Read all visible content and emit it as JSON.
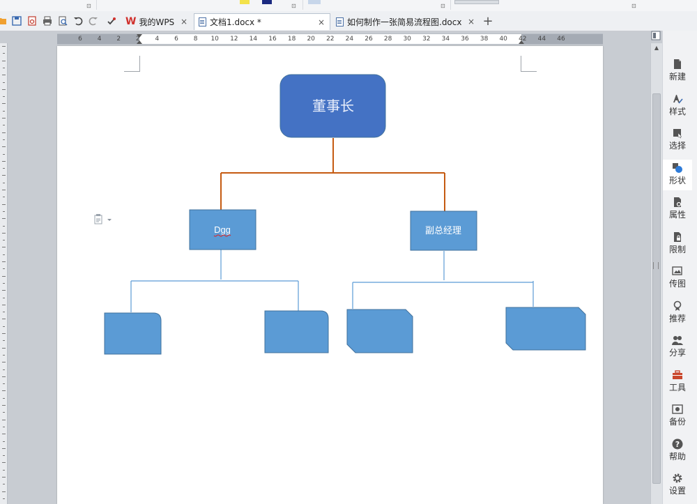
{
  "tabs": {
    "wps_home": {
      "label": "我的WPS"
    },
    "doc1": {
      "label": "文档1.docx *"
    },
    "doc2": {
      "label": "如何制作一张简易流程图.docx"
    },
    "close_glyph": "×",
    "add_glyph": "+",
    "wps_logo": "W"
  },
  "ribbon": {
    "launcher_glyph": "⊡"
  },
  "ruler": {
    "labels": [
      "6",
      "4",
      "2",
      "2",
      "4",
      "6",
      "8",
      "10",
      "12",
      "14",
      "16",
      "18",
      "20",
      "22",
      "24",
      "26",
      "28",
      "30",
      "32",
      "34",
      "36",
      "38",
      "40",
      "42",
      "44",
      "46"
    ]
  },
  "flowchart": {
    "root": {
      "label": "董事长"
    },
    "left": {
      "label": "Dgg"
    },
    "right": {
      "label": "副总经理"
    }
  },
  "sidebar": {
    "items": [
      {
        "label": "新建",
        "icon": "new-doc-icon"
      },
      {
        "label": "样式",
        "icon": "style-icon"
      },
      {
        "label": "选择",
        "icon": "select-icon"
      },
      {
        "label": "形状",
        "icon": "shape-icon"
      },
      {
        "label": "属性",
        "icon": "properties-icon"
      },
      {
        "label": "限制",
        "icon": "restrict-icon"
      },
      {
        "label": "传图",
        "icon": "upload-image-icon"
      },
      {
        "label": "推荐",
        "icon": "recommend-icon"
      },
      {
        "label": "分享",
        "icon": "share-icon"
      },
      {
        "label": "工具",
        "icon": "toolbox-icon"
      },
      {
        "label": "备份",
        "icon": "backup-icon"
      },
      {
        "label": "帮助",
        "icon": "help-icon"
      },
      {
        "label": "设置",
        "icon": "settings-icon"
      }
    ]
  },
  "colors": {
    "root_fill": "#4472c4",
    "box_fill": "#5b9bd5",
    "box_stroke": "#41719c",
    "orange_connector": "#c55a11",
    "blue_connector": "#5b9bd5"
  }
}
